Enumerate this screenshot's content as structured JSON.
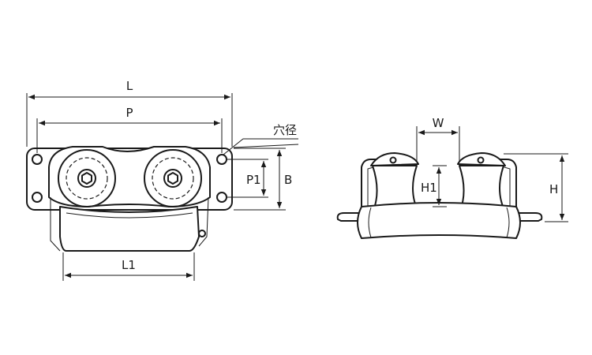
{
  "dimensions": {
    "L": "L",
    "P": "P",
    "L1": "L1",
    "P1": "P1",
    "B": "B",
    "hole": "穴径",
    "W": "W",
    "H1": "H1",
    "H": "H"
  }
}
